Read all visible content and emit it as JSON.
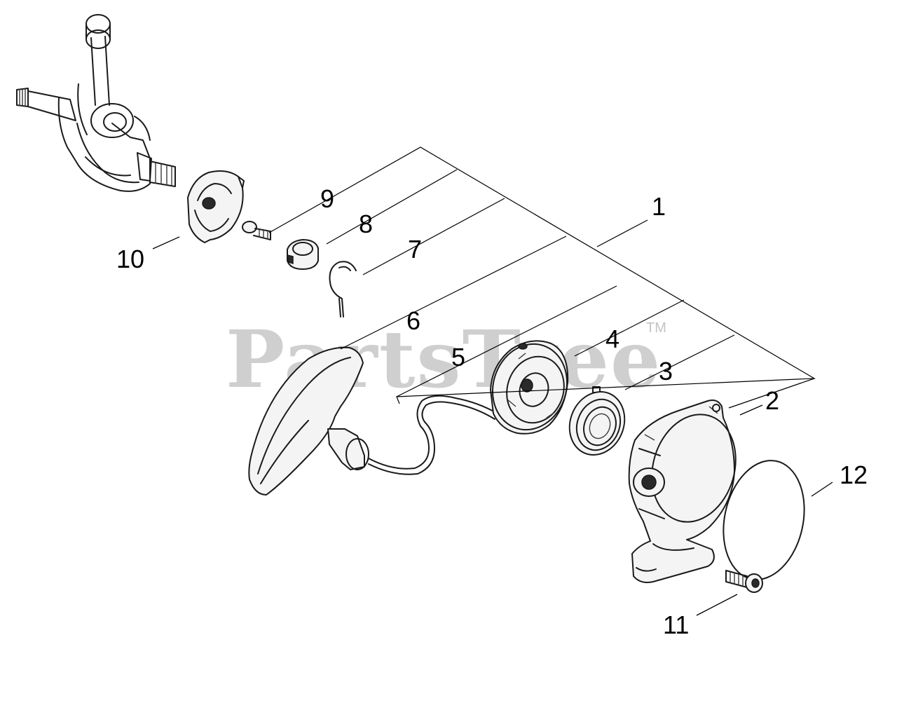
{
  "diagram": {
    "callouts": [
      {
        "id": "1",
        "label": "1"
      },
      {
        "id": "2",
        "label": "2"
      },
      {
        "id": "3",
        "label": "3"
      },
      {
        "id": "4",
        "label": "4"
      },
      {
        "id": "5",
        "label": "5"
      },
      {
        "id": "6",
        "label": "6"
      },
      {
        "id": "7",
        "label": "7"
      },
      {
        "id": "8",
        "label": "8"
      },
      {
        "id": "9",
        "label": "9"
      },
      {
        "id": "10",
        "label": "10"
      },
      {
        "id": "11",
        "label": "11"
      },
      {
        "id": "12",
        "label": "12"
      }
    ]
  },
  "watermark": {
    "text": "PartsTree",
    "trademark": "TM",
    "color": "#9c9c9c"
  }
}
